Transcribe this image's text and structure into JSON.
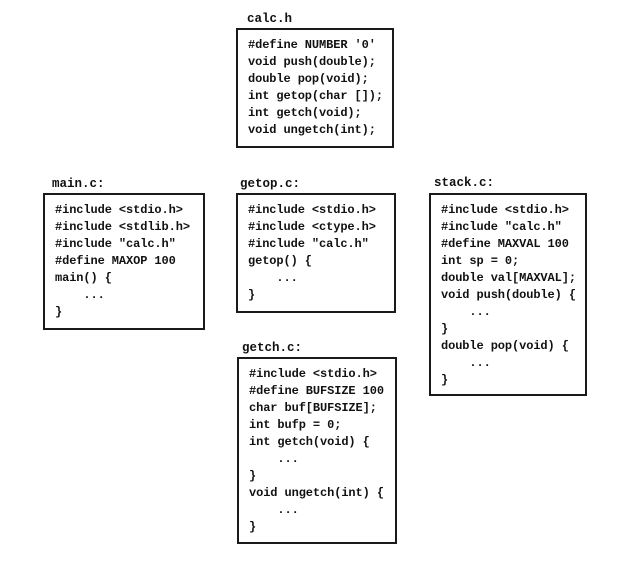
{
  "files": {
    "calc_h": {
      "title": "calc.h",
      "lines": [
        "#define NUMBER '0'",
        "void push(double);",
        "double pop(void);",
        "int getop(char []);",
        "int getch(void);",
        "void ungetch(int);"
      ]
    },
    "main_c": {
      "title": "main.c:",
      "lines": [
        "#include <stdio.h>",
        "#include <stdlib.h>",
        "#include \"calc.h\"",
        "#define MAXOP 100",
        "main() {",
        "    ...",
        "}"
      ]
    },
    "getop_c": {
      "title": "getop.c:",
      "lines": [
        "#include <stdio.h>",
        "#include <ctype.h>",
        "#include \"calc.h\"",
        "getop() {",
        "    ...",
        "}"
      ]
    },
    "stack_c": {
      "title": "stack.c:",
      "lines": [
        "#include <stdio.h>",
        "#include \"calc.h\"",
        "#define MAXVAL 100",
        "int sp = 0;",
        "double val[MAXVAL];",
        "void push(double) {",
        "    ...",
        "}",
        "double pop(void) {",
        "    ...",
        "}"
      ]
    },
    "getch_c": {
      "title": "getch.c:",
      "lines": [
        "#include <stdio.h>",
        "#define BUFSIZE 100",
        "char buf[BUFSIZE];",
        "int bufp = 0;",
        "int getch(void) {",
        "    ...",
        "}",
        "void ungetch(int) {",
        "    ...",
        "}"
      ]
    }
  }
}
